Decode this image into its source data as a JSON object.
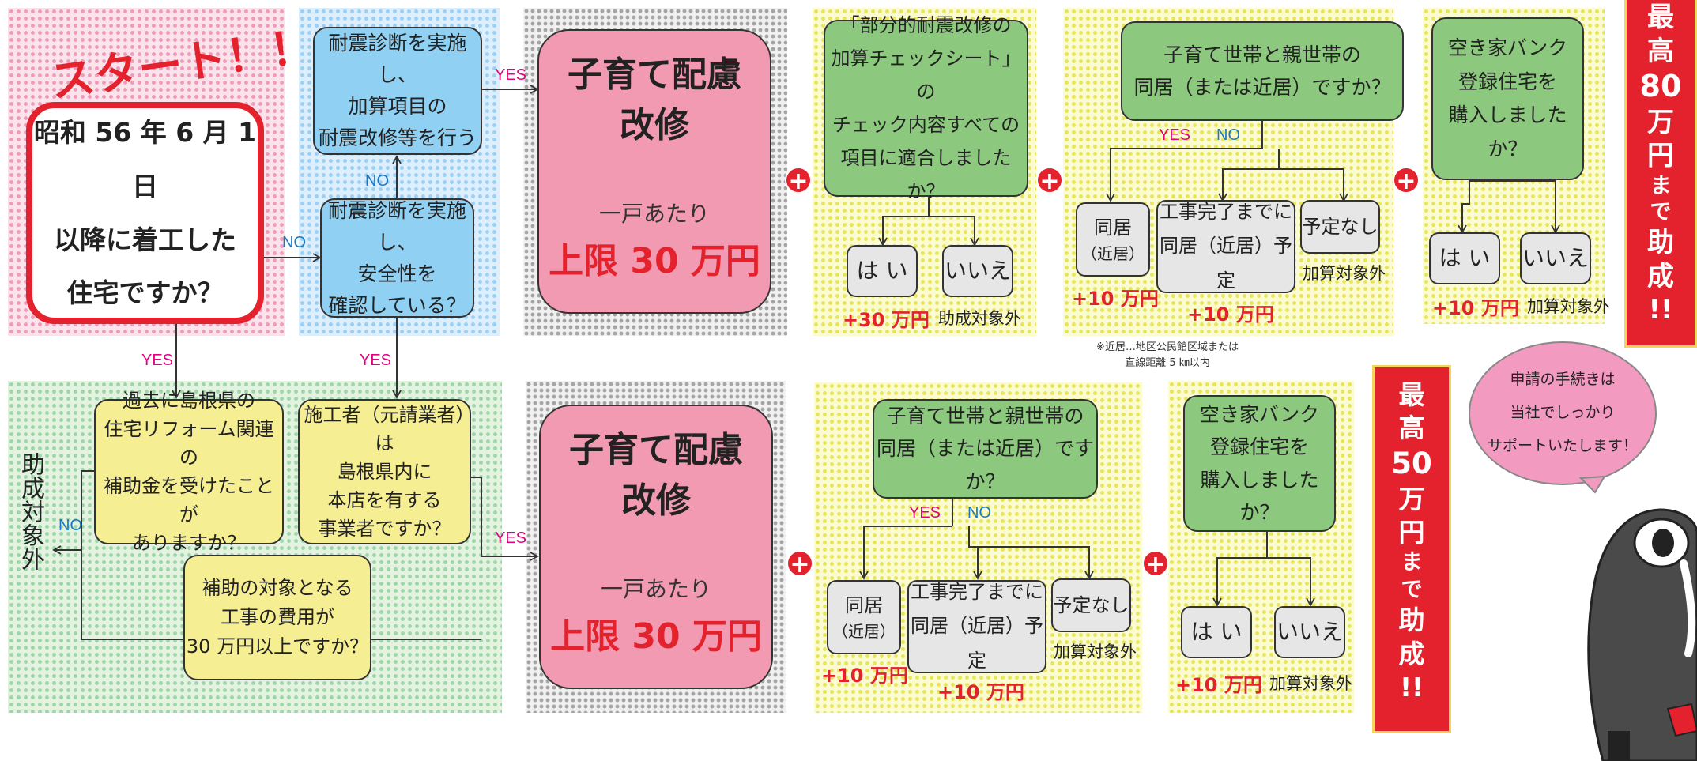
{
  "start": {
    "title": "スタート！！",
    "question": [
      "昭和 56 年 6 月 1 日",
      "以降に着工した",
      "住宅ですか？"
    ]
  },
  "labels": {
    "yes": "YES",
    "no": "NO"
  },
  "flow_top": {
    "check_safety": [
      "耐震診断を実施し、",
      "安全性を",
      "確認している？"
    ],
    "do_retrofit": [
      "耐震診断を実施し、",
      "加算項目の",
      "耐震改修等を行う"
    ]
  },
  "flow_bottom": {
    "subsidy_past": [
      "過去に島根県の",
      "住宅リフォーム関連の",
      "補助金を受けたことが",
      "ありますか？"
    ],
    "contractor": [
      "施工者（元請業者）は",
      "島根県内に",
      "本店を有する",
      "事業者ですか？"
    ],
    "cost": [
      "補助の対象となる",
      "工事の費用が",
      "30 万円以上ですか？"
    ],
    "not_eligible": "助成対象外"
  },
  "main_box": {
    "title": [
      "子育て配慮",
      "改修"
    ],
    "per_house": "一戸あたり",
    "cap": "上限 30 万円"
  },
  "plus_sign": "+",
  "checksheet": {
    "question": [
      "「部分的耐震改修の",
      "加算チェックシート」の",
      "チェック内容すべての",
      "項目に適合しましたか？"
    ],
    "yes": "は い",
    "no": "いいえ",
    "yes_amount": "+30 万円",
    "no_text": "助成対象外"
  },
  "cohabit": {
    "question": [
      "子育て世帯と親世帯の",
      "同居（または近居）ですか？"
    ],
    "opt_live": [
      "同居",
      "（近居）"
    ],
    "opt_plan": [
      "工事完了までに",
      "同居（近居）予定"
    ],
    "opt_none": "予定なし",
    "live_amount": "+10 万円",
    "plan_amount": "+10 万円",
    "none_text": "加算対象外",
    "footnote": [
      "※近居…地区公民館区域または",
      "直線距離 5 ㎞以内"
    ]
  },
  "akiya": {
    "question": [
      "空き家バンク",
      "登録住宅を",
      "購入しましたか？"
    ],
    "yes": "は い",
    "no": "いいえ",
    "yes_amount": "+10 万円",
    "no_text": "加算対象外"
  },
  "max_top": [
    "最",
    "高",
    "80",
    "万",
    "円",
    "ま",
    "で",
    "助",
    "成",
    "!!"
  ],
  "max_bottom": [
    "最",
    "高",
    "50",
    "万",
    "円",
    "ま",
    "で",
    "助",
    "成",
    "!!"
  ],
  "bubble": [
    "申請の手続きは",
    "当社でしっかり",
    "サポートいたします！"
  ],
  "colors": {
    "accent_red": "#e3222d",
    "yes_pink": "#e4007f",
    "no_blue": "#1a78c2"
  }
}
